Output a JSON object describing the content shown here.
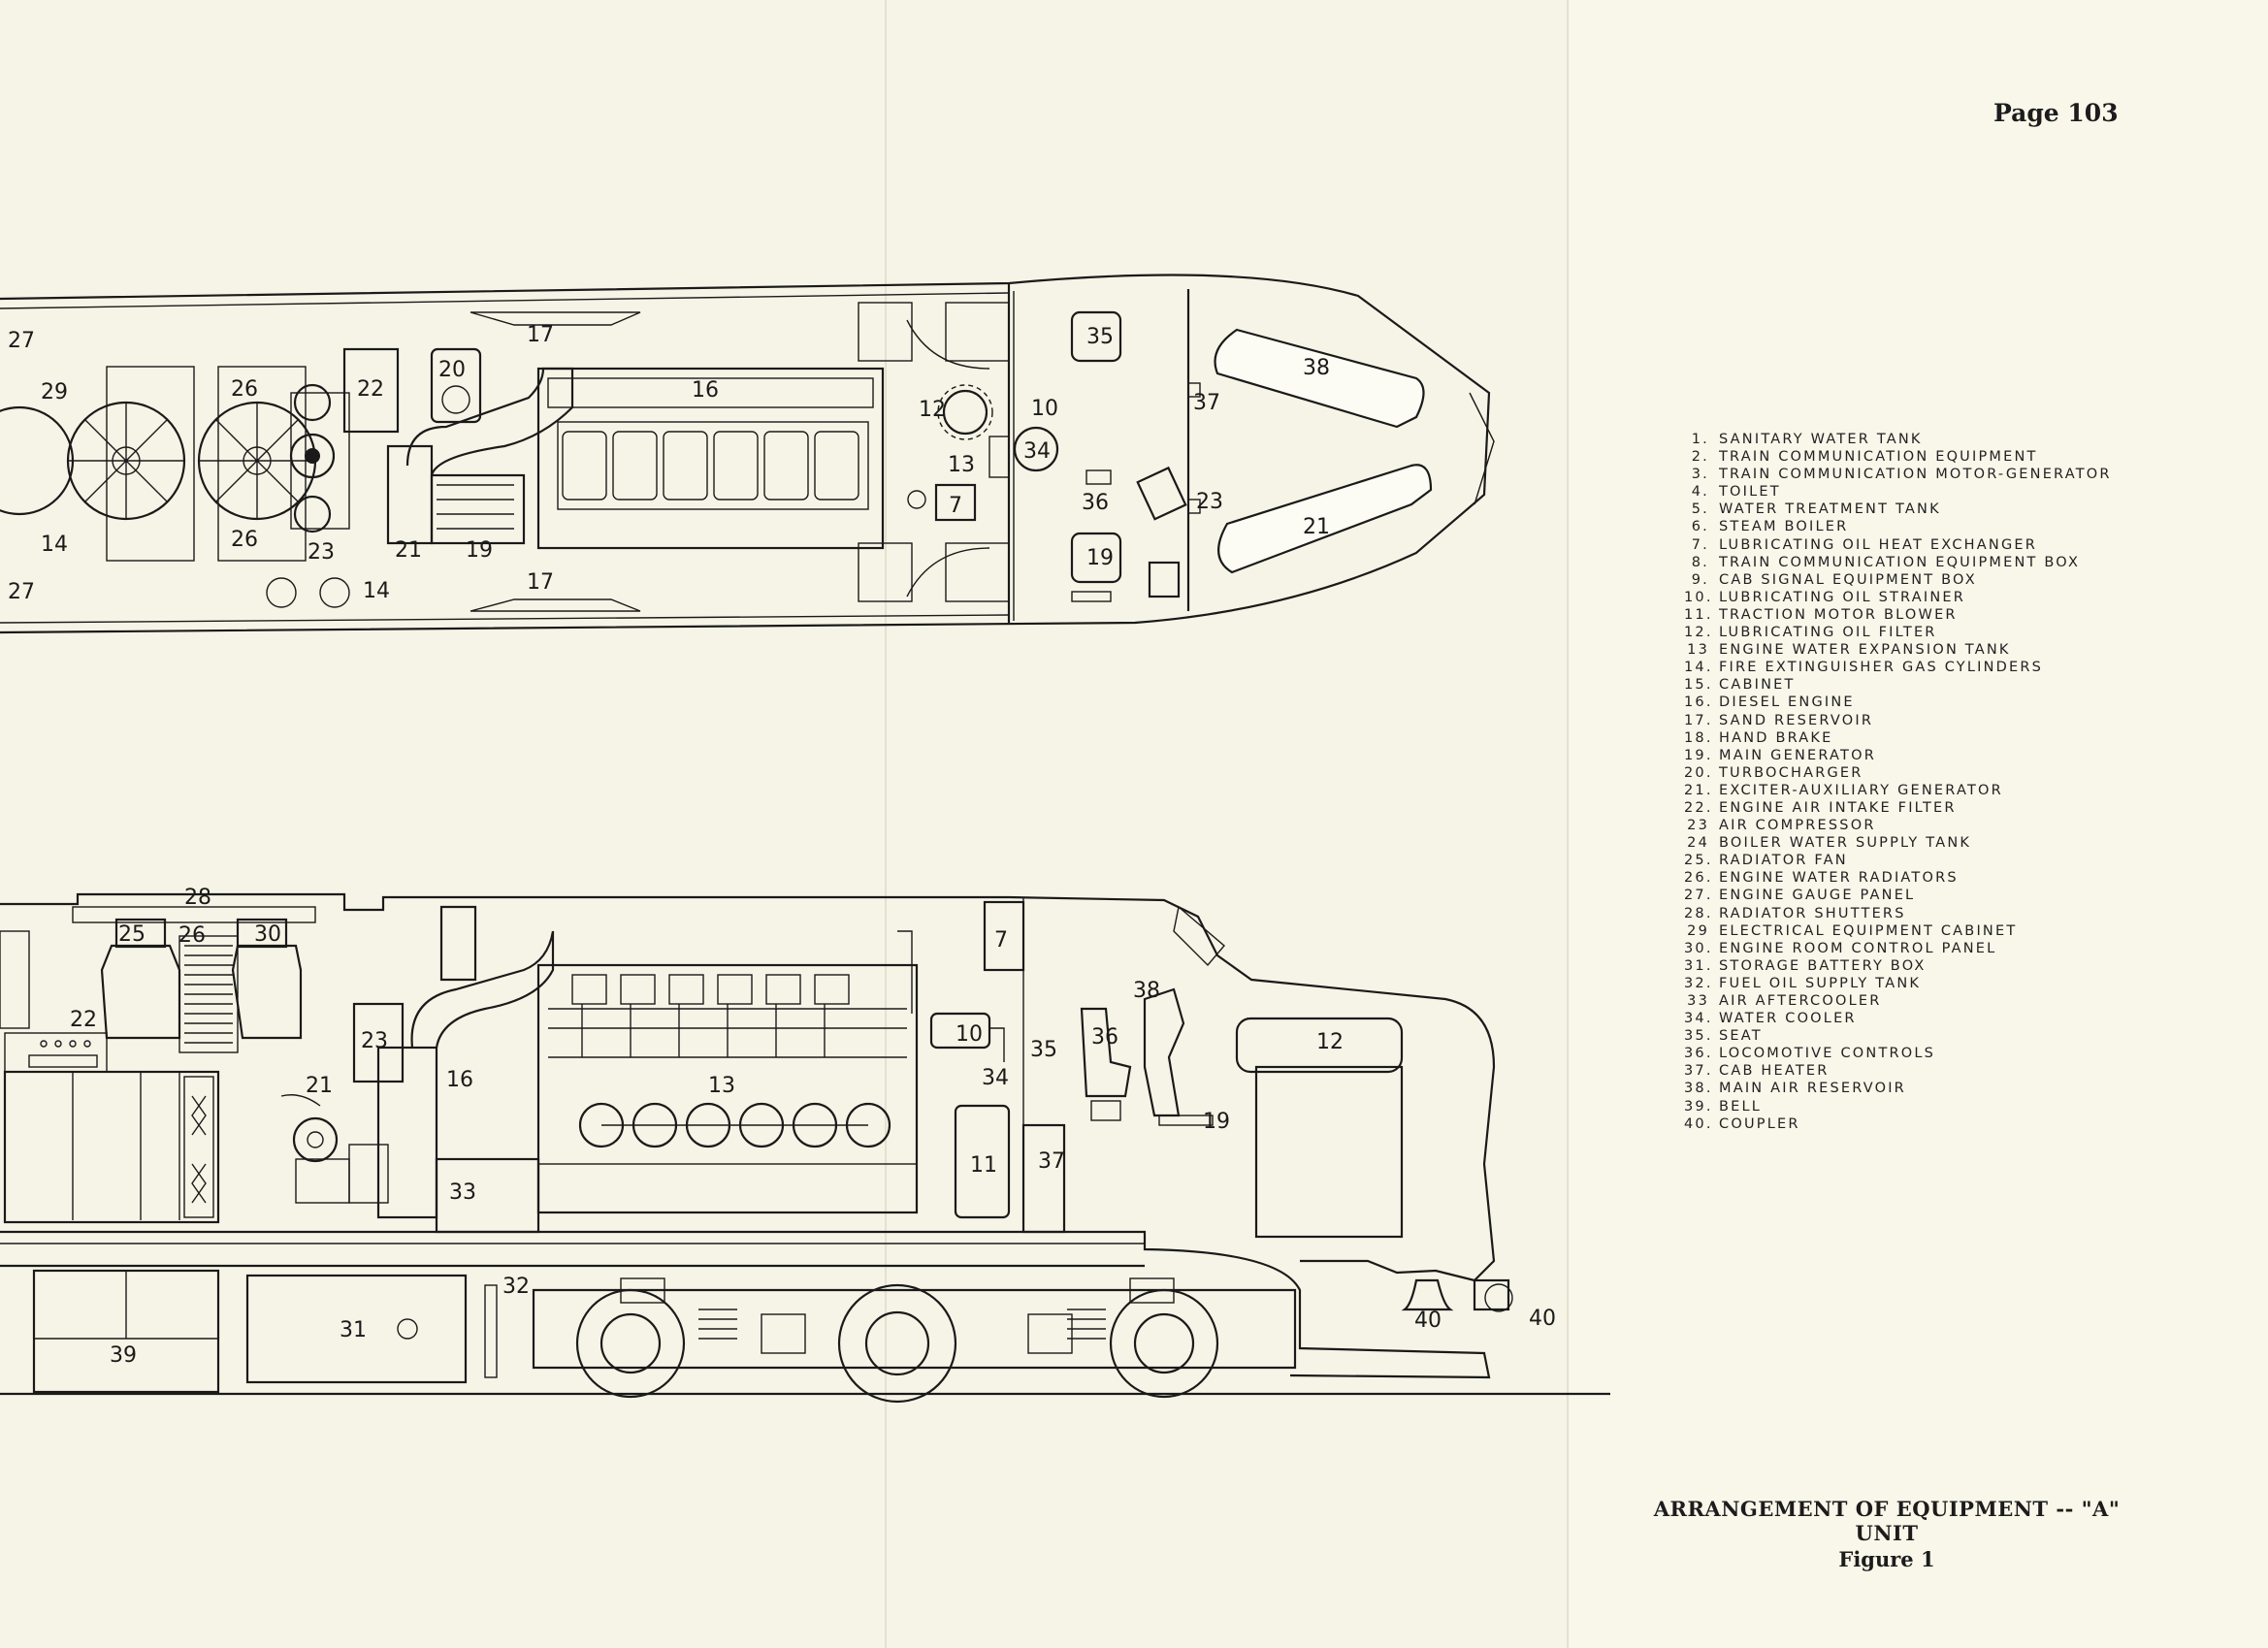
{
  "page_number": "Page 103",
  "figure": {
    "title": "ARRANGEMENT OF EQUIPMENT -- \"A\" UNIT",
    "subtitle": "Figure 1"
  },
  "legend": [
    {
      "num": "1.",
      "text": "SANITARY WATER TANK"
    },
    {
      "num": "2.",
      "text": "TRAIN COMMUNICATION EQUIPMENT"
    },
    {
      "num": "3.",
      "text": "TRAIN COMMUNICATION MOTOR-GENERATOR"
    },
    {
      "num": "4.",
      "text": "TOILET"
    },
    {
      "num": "5.",
      "text": "WATER TREATMENT TANK"
    },
    {
      "num": "6.",
      "text": "STEAM BOILER"
    },
    {
      "num": "7.",
      "text": "LUBRICATING OIL HEAT EXCHANGER"
    },
    {
      "num": "8.",
      "text": "TRAIN COMMUNICATION EQUIPMENT BOX"
    },
    {
      "num": "9.",
      "text": "CAB SIGNAL EQUIPMENT BOX"
    },
    {
      "num": "10.",
      "text": "LUBRICATING OIL STRAINER"
    },
    {
      "num": "11.",
      "text": "TRACTION MOTOR BLOWER"
    },
    {
      "num": "12.",
      "text": "LUBRICATING OIL FILTER"
    },
    {
      "num": "13",
      "text": "ENGINE WATER EXPANSION TANK"
    },
    {
      "num": "14.",
      "text": "FIRE EXTINGUISHER GAS CYLINDERS"
    },
    {
      "num": "15.",
      "text": "CABINET"
    },
    {
      "num": "16.",
      "text": "DIESEL ENGINE"
    },
    {
      "num": "17.",
      "text": "SAND RESERVOIR"
    },
    {
      "num": "18.",
      "text": "HAND BRAKE"
    },
    {
      "num": "19.",
      "text": "MAIN GENERATOR"
    },
    {
      "num": "20.",
      "text": "TURBOCHARGER"
    },
    {
      "num": "21.",
      "text": "EXCITER-AUXILIARY GENERATOR"
    },
    {
      "num": "22.",
      "text": "ENGINE AIR INTAKE FILTER"
    },
    {
      "num": "23",
      "text": "AIR COMPRESSOR"
    },
    {
      "num": "24",
      "text": "BOILER WATER SUPPLY TANK"
    },
    {
      "num": "25.",
      "text": "RADIATOR FAN"
    },
    {
      "num": "26.",
      "text": "ENGINE WATER RADIATORS"
    },
    {
      "num": "27.",
      "text": "ENGINE GAUGE PANEL"
    },
    {
      "num": "28.",
      "text": "RADIATOR SHUTTERS"
    },
    {
      "num": "29",
      "text": "ELECTRICAL EQUIPMENT CABINET"
    },
    {
      "num": "30.",
      "text": "ENGINE ROOM CONTROL PANEL"
    },
    {
      "num": "31.",
      "text": "STORAGE BATTERY BOX"
    },
    {
      "num": "32.",
      "text": "FUEL OIL SUPPLY TANK"
    },
    {
      "num": "33",
      "text": "AIR AFTERCOOLER"
    },
    {
      "num": "34.",
      "text": "WATER COOLER"
    },
    {
      "num": "35.",
      "text": "SEAT"
    },
    {
      "num": "36.",
      "text": "LOCOMOTIVE CONTROLS"
    },
    {
      "num": "37.",
      "text": "CAB HEATER"
    },
    {
      "num": "38.",
      "text": "MAIN AIR RESERVOIR"
    },
    {
      "num": "39.",
      "text": "BELL"
    },
    {
      "num": "40.",
      "text": "COUPLER"
    }
  ],
  "plan_callouts": [
    "27",
    "29",
    "26",
    "22",
    "20",
    "17",
    "16",
    "12",
    "10",
    "35",
    "38",
    "37",
    "34",
    "13",
    "7",
    "36",
    "23",
    "21",
    "19",
    "14"
  ],
  "elevation_callouts": [
    "28",
    "25",
    "26",
    "30",
    "22",
    "23",
    "21",
    "16",
    "13",
    "7",
    "10",
    "34",
    "35",
    "36",
    "38",
    "12",
    "11",
    "37",
    "19",
    "33",
    "32",
    "31",
    "39",
    "40"
  ]
}
